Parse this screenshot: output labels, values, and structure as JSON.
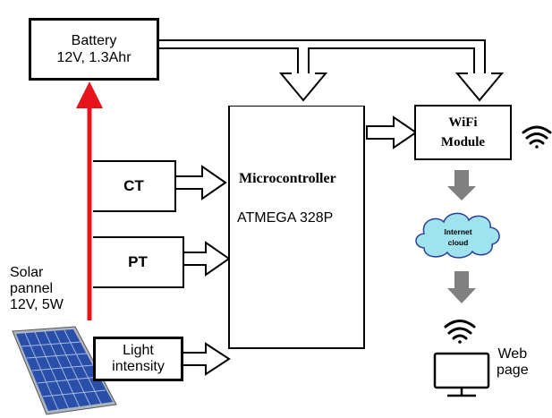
{
  "battery": {
    "line1": "Battery",
    "line2": "12V, 1.3Ahr"
  },
  "current_transformer": {
    "label": "CT"
  },
  "potential_transformer": {
    "label": "PT"
  },
  "light_sensor": {
    "line1": "Light",
    "line2": "intensity"
  },
  "microcontroller": {
    "title": "Microcontroller",
    "model": "ATMEGA 328P"
  },
  "wifi_module": {
    "line1": "WiFi",
    "line2": "Module"
  },
  "cloud": {
    "line1": "Internet",
    "line2": "cloud"
  },
  "solar_panel": {
    "line1": "Solar",
    "line2": "pannel",
    "line3": "12V, 5W"
  },
  "web_page": {
    "line1": "Web",
    "line2": "page"
  },
  "colors": {
    "charge_arrow": "#e8141c",
    "data_arrow": "#808080",
    "cloud_fill": "#9fe3ef",
    "panel_cell": "#2a4fa8"
  },
  "icons": {
    "signal": "wifi-signal-icon",
    "monitor": "monitor-icon"
  }
}
